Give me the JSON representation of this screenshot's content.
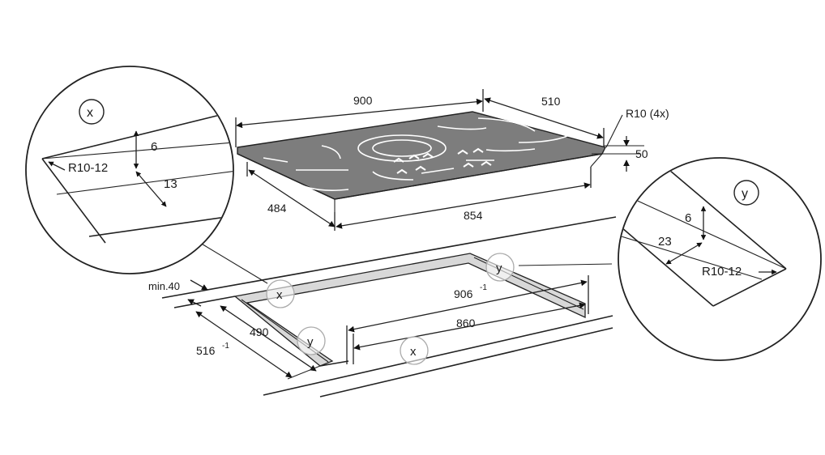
{
  "labels": {
    "hob_width": "900",
    "hob_depth": "510",
    "corner_radius": "R10 (4x)",
    "hob_height": "50",
    "inner_depth": "484",
    "inner_width": "854",
    "min_edge": "min.40",
    "cutout_depth": "490",
    "cutout_width_inner": "860",
    "cutout_width_outer": "906",
    "cutout_depth_outer": "516",
    "tolerance": "-1"
  },
  "detail_x": {
    "marker": "x",
    "dim_top": "6",
    "dim_side": "13",
    "radius": "R10-12"
  },
  "detail_y": {
    "marker": "y",
    "dim_top": "6",
    "dim_side": "23",
    "radius": "R10-12"
  },
  "markers": {
    "x": "x",
    "y": "y"
  }
}
